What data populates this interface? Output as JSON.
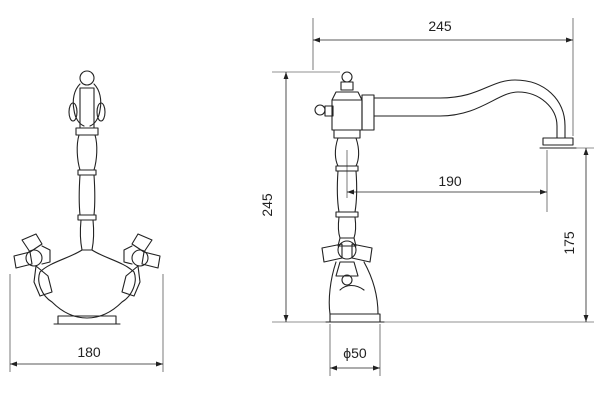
{
  "dimensions": {
    "overall_width": "245",
    "overall_height": "245",
    "spout_reach": "190",
    "spout_height": "175",
    "base_width": "180",
    "base_diameter": "ϕ50"
  },
  "colors": {
    "line": "#222222",
    "background": "#ffffff"
  }
}
